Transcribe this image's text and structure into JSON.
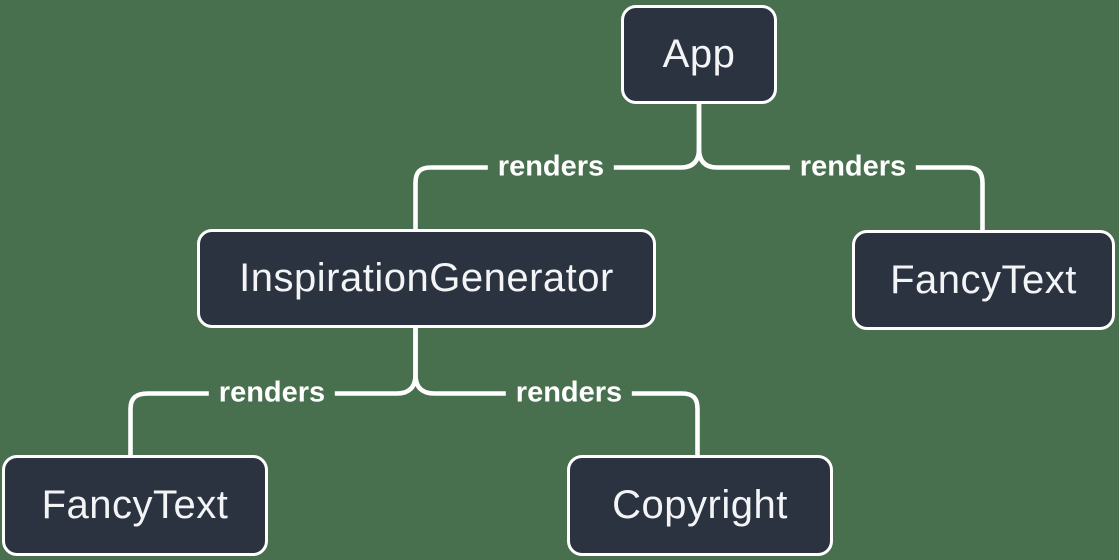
{
  "diagram": {
    "kind": "component-render-tree",
    "nodes": [
      {
        "id": "app",
        "label": "App"
      },
      {
        "id": "inspiration-generator",
        "label": "InspirationGenerator"
      },
      {
        "id": "fancy-text-top-right",
        "label": "FancyText"
      },
      {
        "id": "fancy-text-bottom-left",
        "label": "FancyText"
      },
      {
        "id": "copyright",
        "label": "Copyright"
      }
    ],
    "edges": [
      {
        "from": "App",
        "to": "InspirationGenerator",
        "label": "renders"
      },
      {
        "from": "App",
        "to": "FancyText",
        "label": "renders"
      },
      {
        "from": "InspirationGenerator",
        "to": "FancyText",
        "label": "renders"
      },
      {
        "from": "InspirationGenerator",
        "to": "Copyright",
        "label": "renders"
      }
    ],
    "colors": {
      "background": "#48704e",
      "node_fill": "#2c3340",
      "node_border": "#ffffff",
      "node_text": "#f3f4f6",
      "edge_line": "#ffffff",
      "edge_label_text": "#ffffff"
    }
  }
}
